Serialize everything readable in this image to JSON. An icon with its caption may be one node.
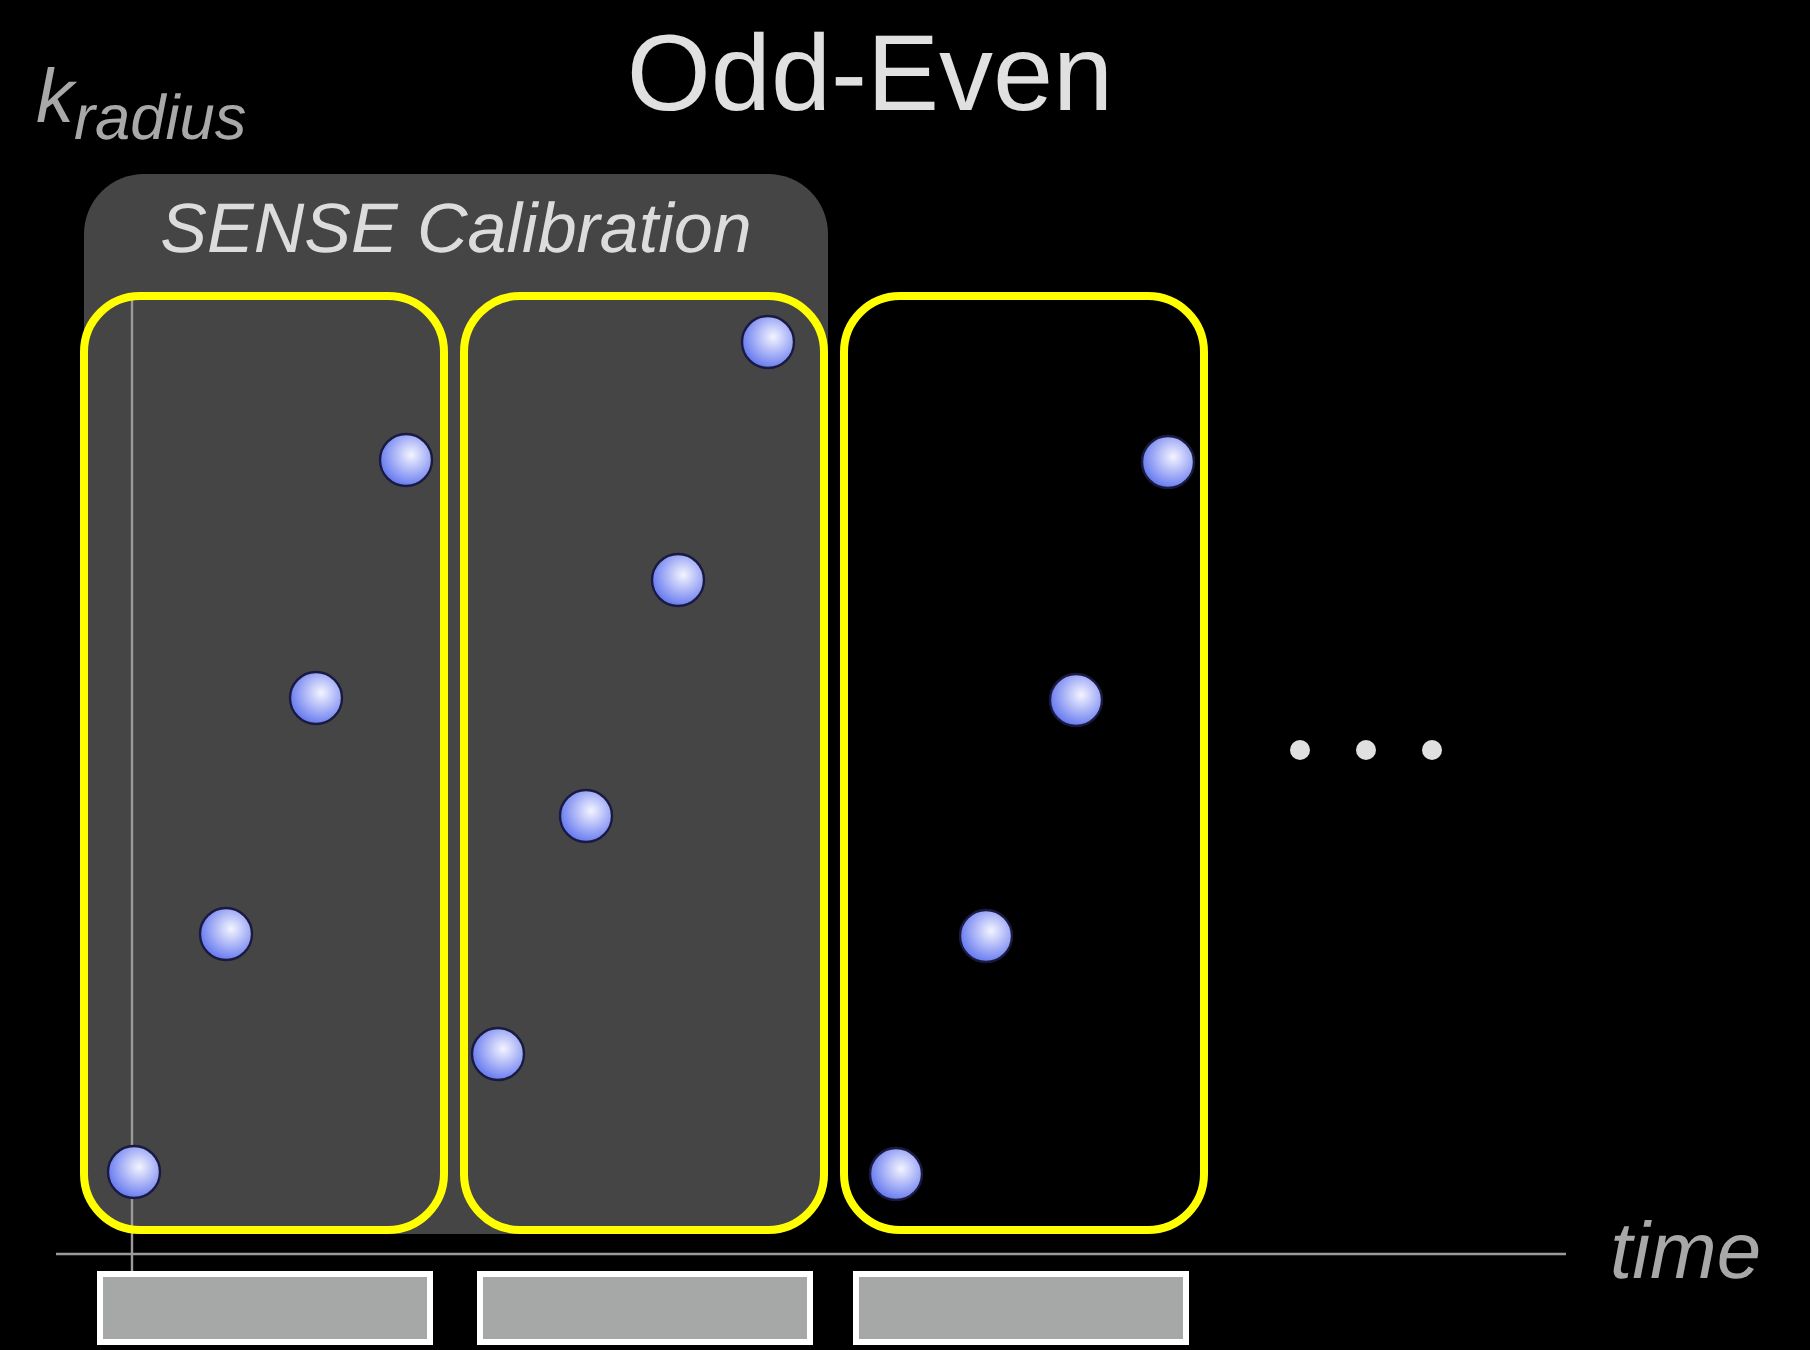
{
  "diagram": {
    "title": "Odd-Even",
    "nodes": [
      {
        "text": [
          "SENSE Calibration"
        ]
      },
      {
        "text": [],
        "shape": "bar"
      },
      {
        "text": [],
        "shape": "bar"
      },
      {
        "text": [],
        "shape": "bar"
      }
    ],
    "labels": [
      "k$_{radius}$",
      "time"
    ]
  }
}
